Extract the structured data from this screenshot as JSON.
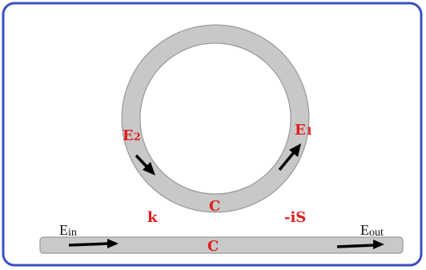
{
  "diagram": {
    "labels": {
      "e2_main": "E",
      "e2_sub": "2",
      "e1_main": "E",
      "e1_sub": "1",
      "ring_coupling": "C",
      "k": "k",
      "neg_is": "-iS",
      "wg_coupling": "C",
      "ein_main": "E",
      "ein_sub": "in",
      "eout_main": "E",
      "eout_sub": "out"
    },
    "colors": {
      "frame_border": "#3b4fbf",
      "ring_fill": "#c8c8c8",
      "ring_stroke": "#9a9a9a",
      "waveguide_fill": "#c9c9c9",
      "label_red": "#e11b1b",
      "arrow": "#000000"
    },
    "icons": {
      "arrows": [
        "arrow-e2-icon",
        "arrow-e1-icon",
        "arrow-ein-icon",
        "arrow-eout-icon"
      ]
    }
  }
}
